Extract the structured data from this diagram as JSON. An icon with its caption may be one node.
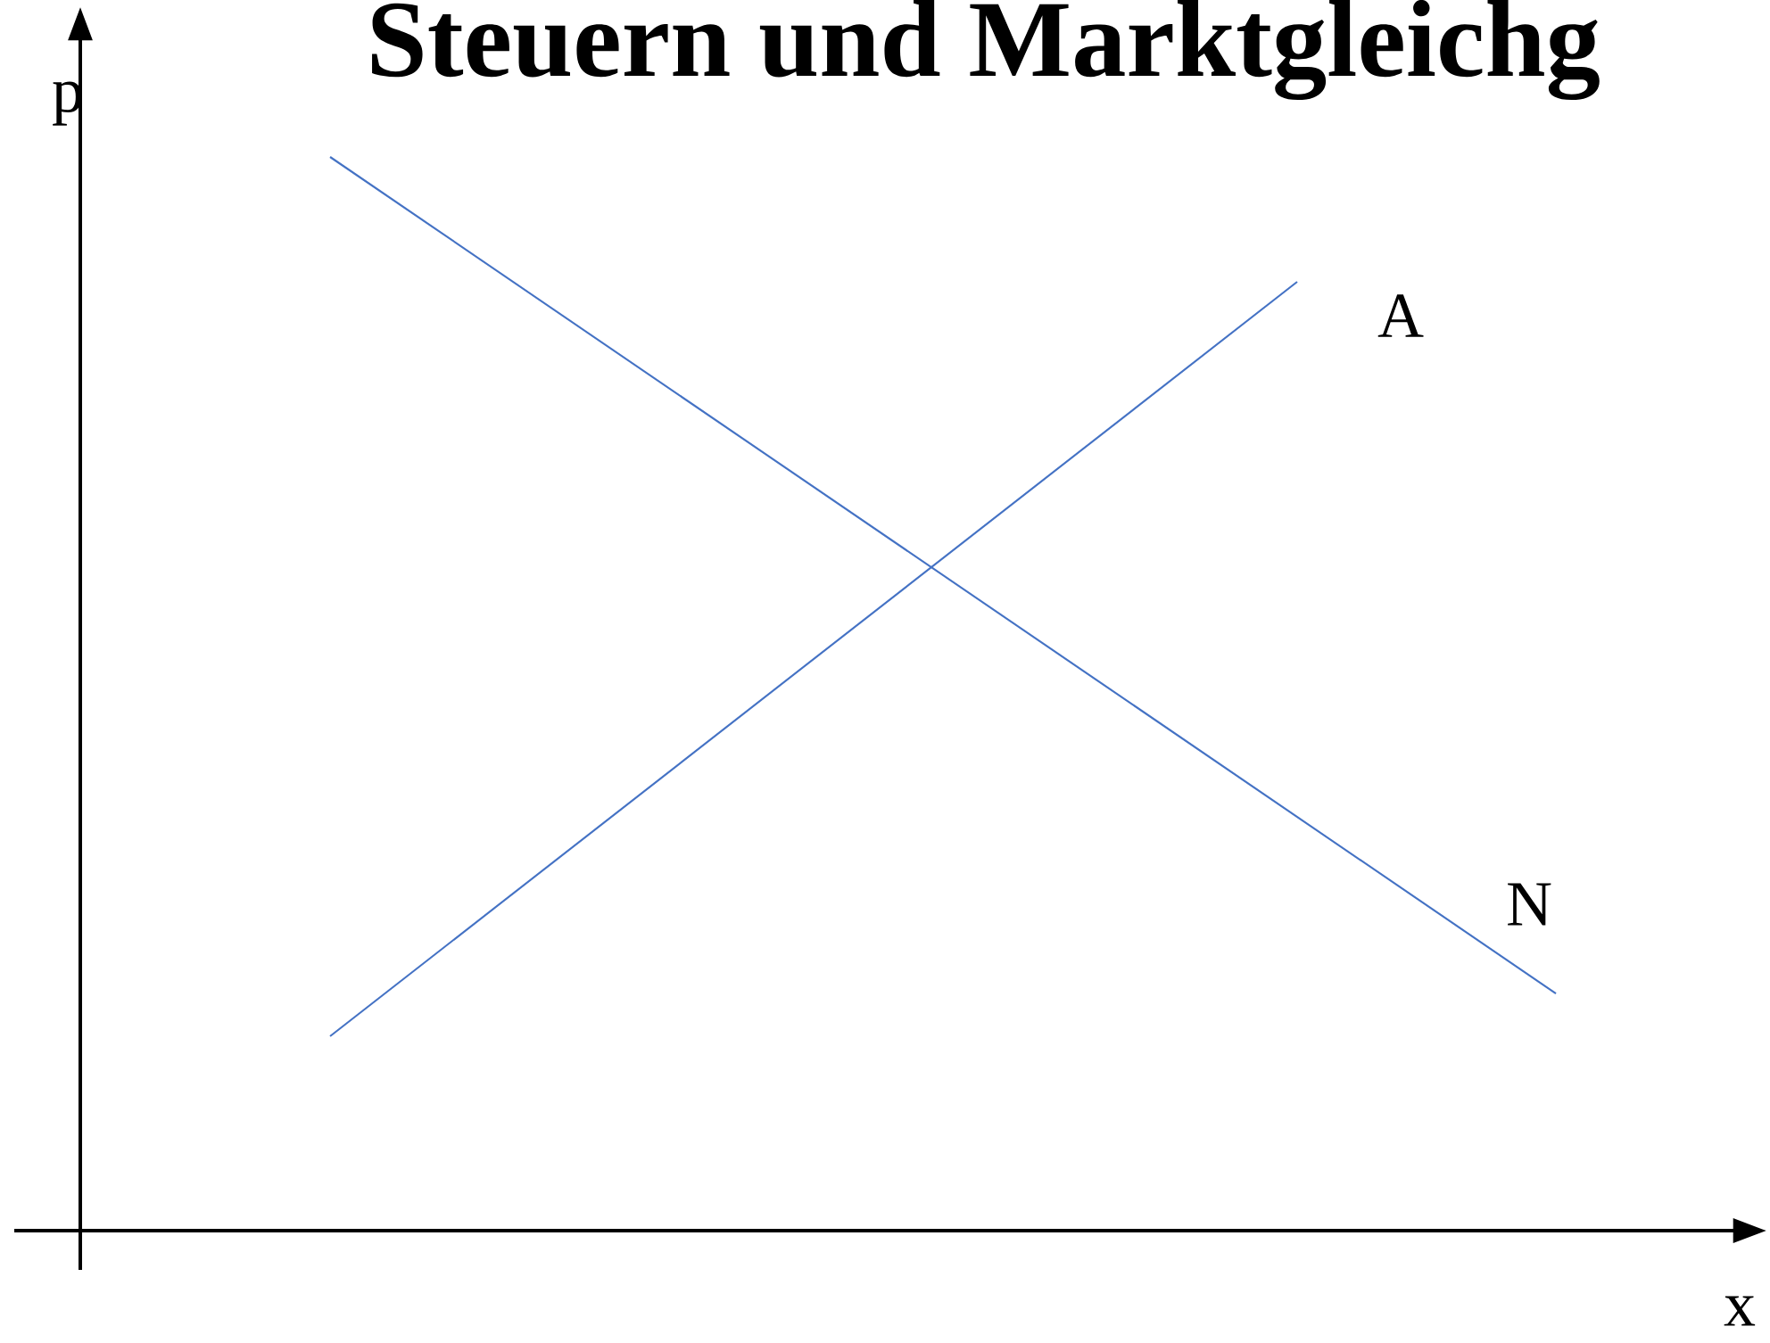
{
  "diagram": {
    "title": "Steuern und Marktgleichg",
    "labels": [
      "p",
      "A",
      "N",
      "x"
    ]
  }
}
